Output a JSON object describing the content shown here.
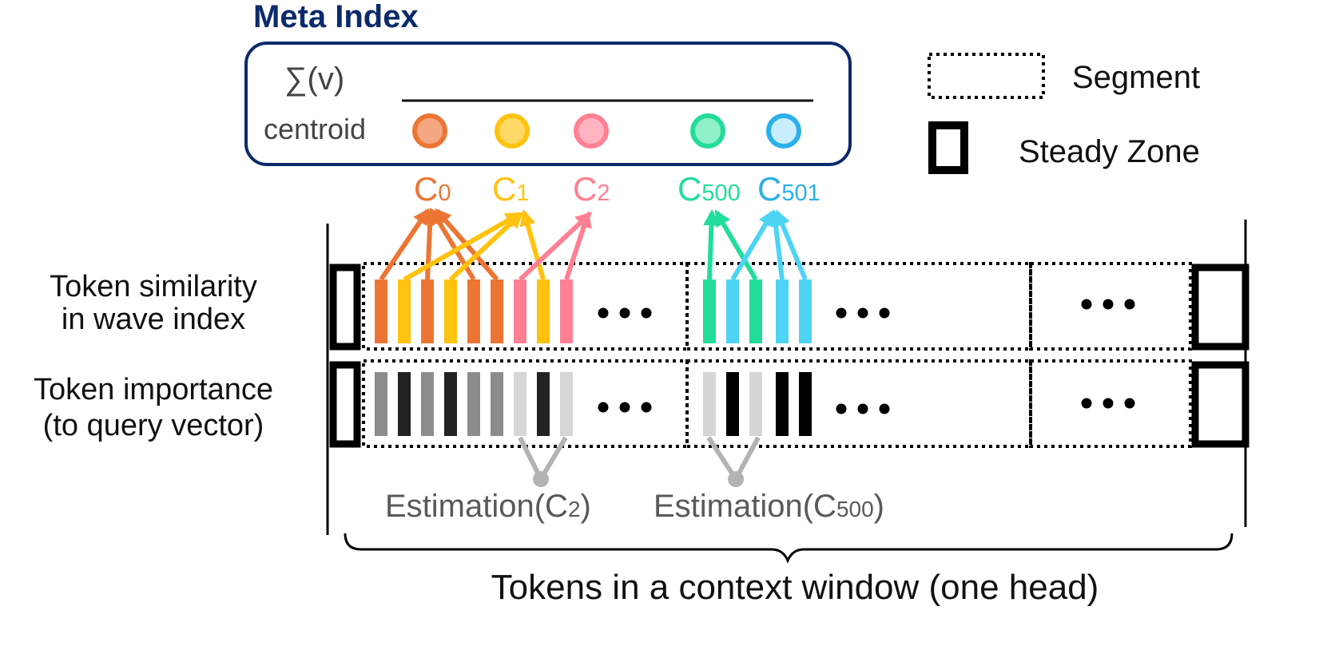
{
  "meta_index": {
    "title": "Meta Index",
    "sum_label": "∑(v)",
    "centroid_label": "centroid"
  },
  "centroids": [
    {
      "letter": "C",
      "sub": "0",
      "color": "#ed7534",
      "fill": "#f4a781"
    },
    {
      "letter": "C",
      "sub": "1",
      "color": "#ffc20e",
      "fill": "#ffd966"
    },
    {
      "letter": "C",
      "sub": "2",
      "color": "#ff7f93",
      "fill": "#ffb2bf"
    },
    {
      "letter": "C",
      "sub": "500",
      "color": "#22dd99",
      "fill": "#8ff0c8"
    },
    {
      "letter": "C",
      "sub": "501",
      "color": "#2ab0e8",
      "fill": "#c8eefc"
    }
  ],
  "legend": {
    "segment": "Segment",
    "steady_zone": "Steady Zone"
  },
  "row_labels": {
    "similarity": [
      "Token similarity",
      "in wave index"
    ],
    "importance": [
      "Token importance",
      "(to query vector)"
    ]
  },
  "similarity_tokens": {
    "segment1": [
      "#ed7534",
      "#ffc20e",
      "#ed7534",
      "#ffc20e",
      "#ed7534",
      "#ed7534",
      "#ff7f93",
      "#ffc20e",
      "#ff7f93"
    ],
    "segment2": [
      "#22dd99",
      "#4dd4f5",
      "#22dd99",
      "#4dd4f5",
      "#4dd4f5"
    ]
  },
  "importance_tokens": {
    "segment1": [
      "#8c8c8c",
      "#222222",
      "#8c8c8c",
      "#222222",
      "#8c8c8c",
      "#8c8c8c",
      "#d6d6d6",
      "#222222",
      "#d6d6d6"
    ],
    "segment2": [
      "#d6d6d6",
      "#000000",
      "#d6d6d6",
      "#000000",
      "#000000"
    ]
  },
  "estimations": [
    {
      "prefix": "Estimation(C",
      "sub": "2",
      "suffix": ")"
    },
    {
      "prefix": "Estimation(C",
      "sub": "500",
      "suffix": ")"
    }
  ],
  "footer": "Tokens in a context window (one head)",
  "colors": {
    "navy": "#0b2a6b",
    "estimation_gray": "#b3b3b3"
  }
}
